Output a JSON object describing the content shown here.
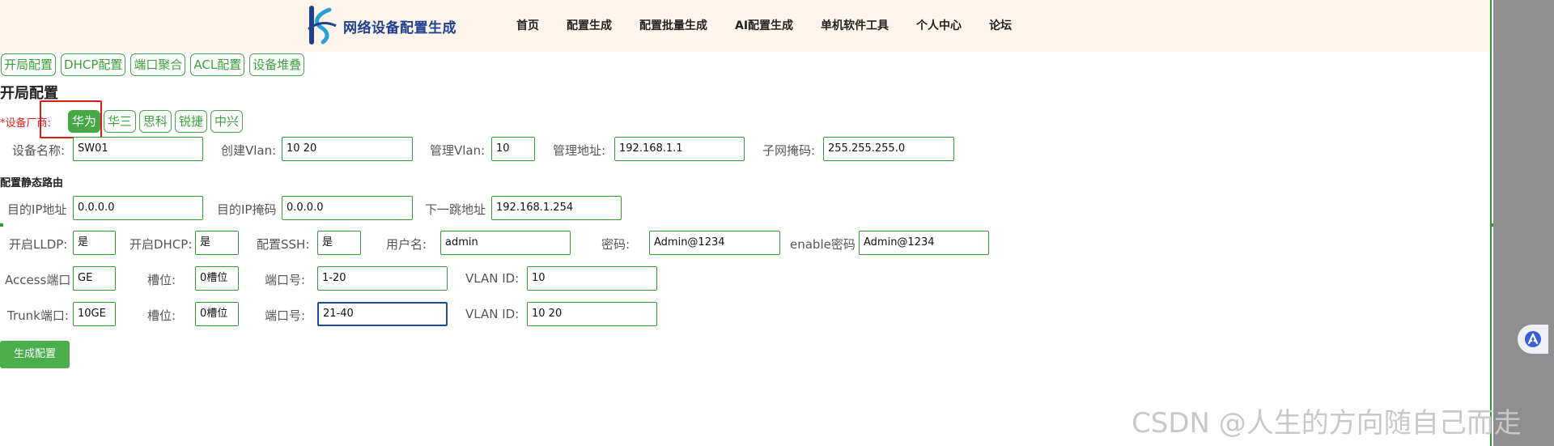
{
  "header": {
    "logo_text": "网络设备配置生成",
    "nav": [
      "首页",
      "配置生成",
      "配置批量生成",
      "AI配置生成",
      "单机软件工具",
      "个人中心",
      "论坛"
    ]
  },
  "tabs": [
    "开局配置",
    "DHCP配置",
    "端口聚合",
    "ACL配置",
    "设备堆叠"
  ],
  "section_title": "开局配置",
  "vendor": {
    "label": "*设备厂商:",
    "options": [
      "华为",
      "华三",
      "思科",
      "锐捷",
      "中兴"
    ],
    "selected": "华为"
  },
  "basic": {
    "device_name_label": "设备名称:",
    "device_name": "SW01",
    "create_vlan_label": "创建Vlan:",
    "create_vlan": "10 20",
    "mgmt_vlan_label": "管理Vlan:",
    "mgmt_vlan": "10",
    "mgmt_addr_label": "管理地址:",
    "mgmt_addr": "192.168.1.1",
    "subnet_label": "子网掩码:",
    "subnet": "255.255.255.0"
  },
  "route": {
    "title": "配置静态路由",
    "dst_ip_label": "目的IP地址",
    "dst_ip": "0.0.0.0",
    "dst_mask_label": "目的IP掩码",
    "dst_mask": "0.0.0.0",
    "next_hop_label": "下一跳地址",
    "next_hop": "192.168.1.254"
  },
  "services": {
    "lldp_label": "开启LLDP:",
    "lldp": "是",
    "dhcp_label": "开启DHCP:",
    "dhcp": "是",
    "ssh_label": "配置SSH:",
    "ssh": "是",
    "user_label": "用户名:",
    "user": "admin",
    "pwd_label": "密码:",
    "pwd": "Admin@1234",
    "enable_label": "enable密码",
    "enable": "Admin@1234"
  },
  "access": {
    "label": "Access端口",
    "type": "GE",
    "slot_label": "槽位:",
    "slot": "0槽位",
    "port_label": "端口号:",
    "port": "1-20",
    "vlan_label": "VLAN ID:",
    "vlan": "10"
  },
  "trunk": {
    "label": "Trunk端口:",
    "type": "10GE",
    "slot_label": "槽位:",
    "slot": "0槽位",
    "port_label": "端口号:",
    "port": "21-40",
    "vlan_label": "VLAN ID:",
    "vlan": "10 20"
  },
  "generate_label": "生成配置",
  "watermark": "CSDN @人生的方向随自己而走",
  "colors": {
    "accent": "#45a945",
    "highlight": "#e01818",
    "header_bg": "#fdf5ec"
  }
}
